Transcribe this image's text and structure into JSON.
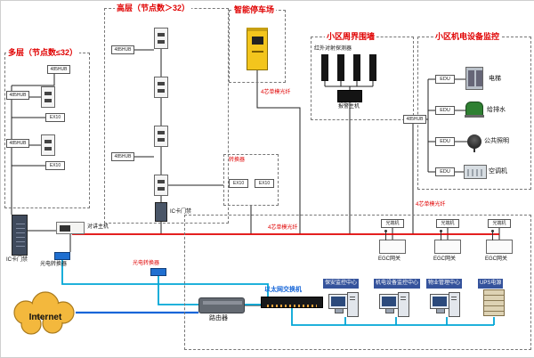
{
  "regions": {
    "multilayer": {
      "title": "多层（节点数≤32）"
    },
    "highrise": {
      "title": "高层（节点数＞32）"
    },
    "parking": {
      "title": "智能停车场"
    },
    "perimeter": {
      "title": "小区周界围墙",
      "detectors": "红外对射探测器",
      "alarm": "报警主机"
    },
    "mne": {
      "title": "小区机电设备监控",
      "edu": "EDU",
      "devices": [
        "电梯",
        "给排水",
        "公共照明",
        "空调机"
      ]
    },
    "converterbox": {
      "label": "转换器"
    }
  },
  "devices": {
    "hub": "485HUB",
    "ex10": "EX10",
    "entry": "IC卡门禁",
    "intercom": "对讲主机",
    "fiber": "光电转换器",
    "router": "路由器",
    "switch": "以太网交换机",
    "optical": "光端机",
    "gateway": "EGC网关",
    "internet": "Internet"
  },
  "stations": [
    {
      "label": "保安监控中心"
    },
    {
      "label": "机电设备监控中心"
    },
    {
      "label": "物业管理中心"
    },
    {
      "label": "UPS电源"
    }
  ],
  "line_labels": {
    "fiber4": "4芯单模光纤"
  },
  "colors": {
    "line_red": "#e00000",
    "line_cyan": "#00a6d6",
    "line_blue": "#1565d8",
    "title_red": "#e00000"
  }
}
